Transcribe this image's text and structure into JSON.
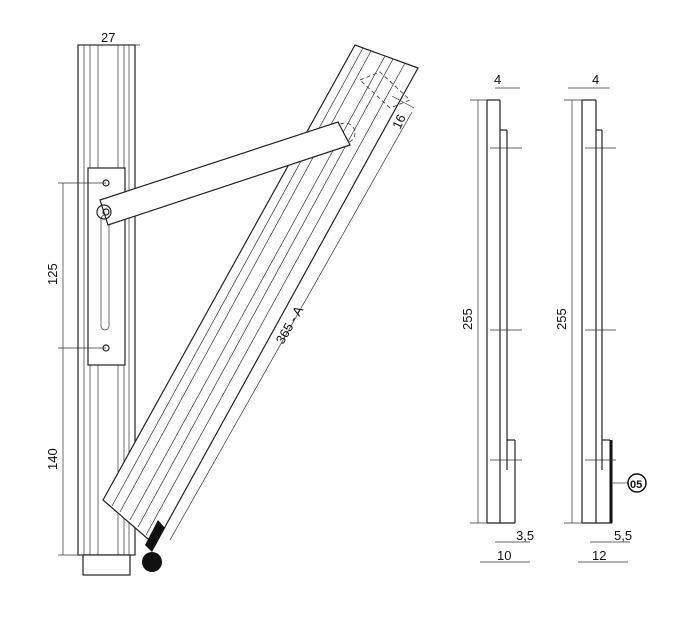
{
  "side_view": {
    "width_label": "27",
    "upper_height_label": "125",
    "lower_height_label": "140",
    "arm_length_label": "365 - A",
    "profile_width_label": "16"
  },
  "section_a": {
    "top_label": "4",
    "height_label": "255",
    "offset_label": "3,5",
    "width_label": "10"
  },
  "section_b": {
    "top_label": "4",
    "height_label": "255",
    "offset_label": "5,5",
    "width_label": "12",
    "part_callout": "05"
  }
}
